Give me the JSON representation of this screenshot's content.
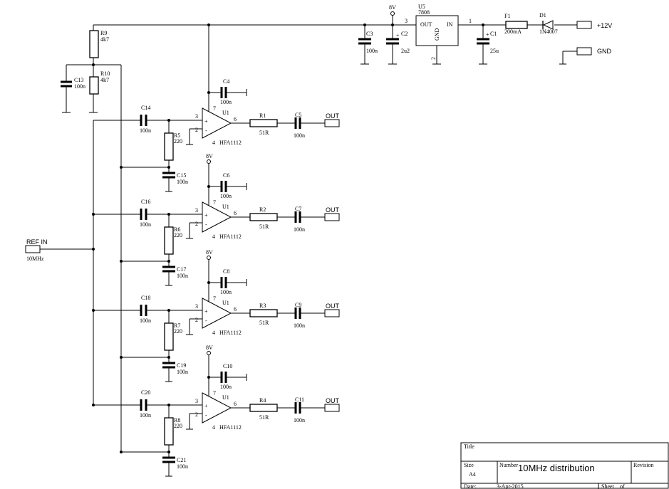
{
  "power": {
    "vout_label": "8V",
    "vin_label": "+12V",
    "gnd_label": "GND",
    "reg": {
      "ref": "U5",
      "value": "7808",
      "out": "OUT",
      "in": "IN",
      "gnd": "GND",
      "pin_out": "3",
      "pin_in": "1",
      "pin_gnd": "2"
    },
    "fuse": {
      "ref": "F1",
      "value": "200mA"
    },
    "diode": {
      "ref": "D1",
      "value": "1N4007"
    },
    "c1": {
      "ref": "C1",
      "value": "25u",
      "plus": "+"
    },
    "c2": {
      "ref": "C2",
      "value": "2u2",
      "plus": "+"
    },
    "c3": {
      "ref": "C3",
      "value": "100n"
    }
  },
  "bias": {
    "r9": {
      "ref": "R9",
      "value": "4k7"
    },
    "r10": {
      "ref": "R10",
      "value": "4k7"
    },
    "c13": {
      "ref": "C13",
      "value": "100n"
    }
  },
  "input": {
    "label": "REF IN",
    "freq": "10MHz"
  },
  "stages": [
    {
      "vlabel": "",
      "cin": {
        "ref": "C14",
        "value": "100n"
      },
      "rb": {
        "ref": "R5",
        "value": "220"
      },
      "cb": {
        "ref": "C15",
        "value": "100n"
      },
      "cdec": {
        "ref": "C4",
        "value": "100n"
      },
      "op": {
        "ref": "U1",
        "part": "HFA1112",
        "p7": "7",
        "p3": "3",
        "p2": "2",
        "p6": "6",
        "p4": "4",
        "plus": "+",
        "minus": "-"
      },
      "rout": {
        "ref": "R1",
        "value": "51R"
      },
      "cout": {
        "ref": "C5",
        "value": "100n"
      },
      "out": "OUT"
    },
    {
      "vlabel": "8V",
      "cin": {
        "ref": "C16",
        "value": "100n"
      },
      "rb": {
        "ref": "R6",
        "value": "220"
      },
      "cb": {
        "ref": "C17",
        "value": "100n"
      },
      "cdec": {
        "ref": "C6",
        "value": "100n"
      },
      "op": {
        "ref": "U1",
        "part": "HFA1112",
        "p7": "7",
        "p3": "3",
        "p2": "2",
        "p6": "6",
        "p4": "4",
        "plus": "+",
        "minus": "-"
      },
      "rout": {
        "ref": "R2",
        "value": "51R"
      },
      "cout": {
        "ref": "C7",
        "value": "100n"
      },
      "out": "OUT"
    },
    {
      "vlabel": "8V",
      "cin": {
        "ref": "C18",
        "value": "100n"
      },
      "rb": {
        "ref": "R7",
        "value": "220"
      },
      "cb": {
        "ref": "C19",
        "value": "100n"
      },
      "cdec": {
        "ref": "C8",
        "value": "100n"
      },
      "op": {
        "ref": "U1",
        "part": "HFA1112",
        "p7": "7",
        "p3": "3",
        "p2": "2",
        "p6": "6",
        "p4": "4",
        "plus": "+",
        "minus": "-"
      },
      "rout": {
        "ref": "R3",
        "value": "51R"
      },
      "cout": {
        "ref": "C9",
        "value": "100n"
      },
      "out": "OUT"
    },
    {
      "vlabel": "8V",
      "cin": {
        "ref": "C20",
        "value": "100n"
      },
      "rb": {
        "ref": "R8",
        "value": "220"
      },
      "cb": {
        "ref": "C21",
        "value": "100n"
      },
      "cdec": {
        "ref": "C10",
        "value": "100n"
      },
      "op": {
        "ref": "U1",
        "part": "HFA1112",
        "p7": "7",
        "p3": "3",
        "p2": "2",
        "p6": "6",
        "p4": "4",
        "plus": "+",
        "minus": "-"
      },
      "rout": {
        "ref": "R4",
        "value": "51R"
      },
      "cout": {
        "ref": "C11",
        "value": "100n"
      },
      "out": "OUT"
    }
  ],
  "title_block": {
    "title_label": "Title",
    "size_label": "Size",
    "size_value": "A4",
    "number_label": "Number",
    "number_value": "10MHz distribution",
    "revision_label": "Revision",
    "date_label": "Date:",
    "date_value": "3-Apr-2015",
    "sheet_label": "Sheet",
    "of_label": "of"
  }
}
